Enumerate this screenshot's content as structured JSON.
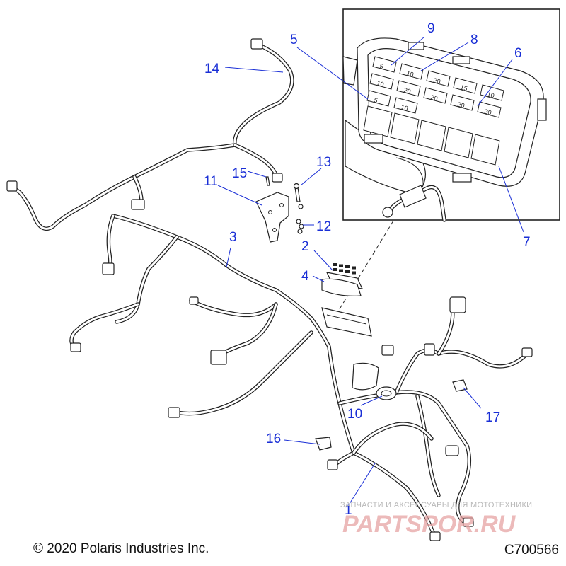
{
  "diagram": {
    "callouts": [
      {
        "id": "1",
        "label": "1"
      },
      {
        "id": "2",
        "label": "2"
      },
      {
        "id": "3",
        "label": "3"
      },
      {
        "id": "4",
        "label": "4"
      },
      {
        "id": "5",
        "label": "5"
      },
      {
        "id": "6",
        "label": "6"
      },
      {
        "id": "7",
        "label": "7"
      },
      {
        "id": "8",
        "label": "8"
      },
      {
        "id": "9",
        "label": "9"
      },
      {
        "id": "10",
        "label": "10"
      },
      {
        "id": "11",
        "label": "11"
      },
      {
        "id": "12",
        "label": "12"
      },
      {
        "id": "13",
        "label": "13"
      },
      {
        "id": "14",
        "label": "14"
      },
      {
        "id": "15",
        "label": "15"
      },
      {
        "id": "16",
        "label": "16"
      },
      {
        "id": "17",
        "label": "17"
      }
    ],
    "fuse_ratings": [
      "5",
      "10",
      "20",
      "15",
      "10",
      "10",
      "20",
      "20",
      "20",
      "20",
      "5",
      "10"
    ]
  },
  "footer": {
    "copyright": "© 2020 Polaris Industries Inc.",
    "part_code": "C700566"
  },
  "watermark": {
    "caption": "ЗАПЧАСТИ И АКСЕССУАРЫ ДЛЯ МОТОТЕХНИКИ",
    "brand": "PARTSPOR.RU"
  },
  "colors": {
    "callout": "#1a2fd6",
    "line_art": "#222222",
    "watermark": "#e6a3a3"
  }
}
